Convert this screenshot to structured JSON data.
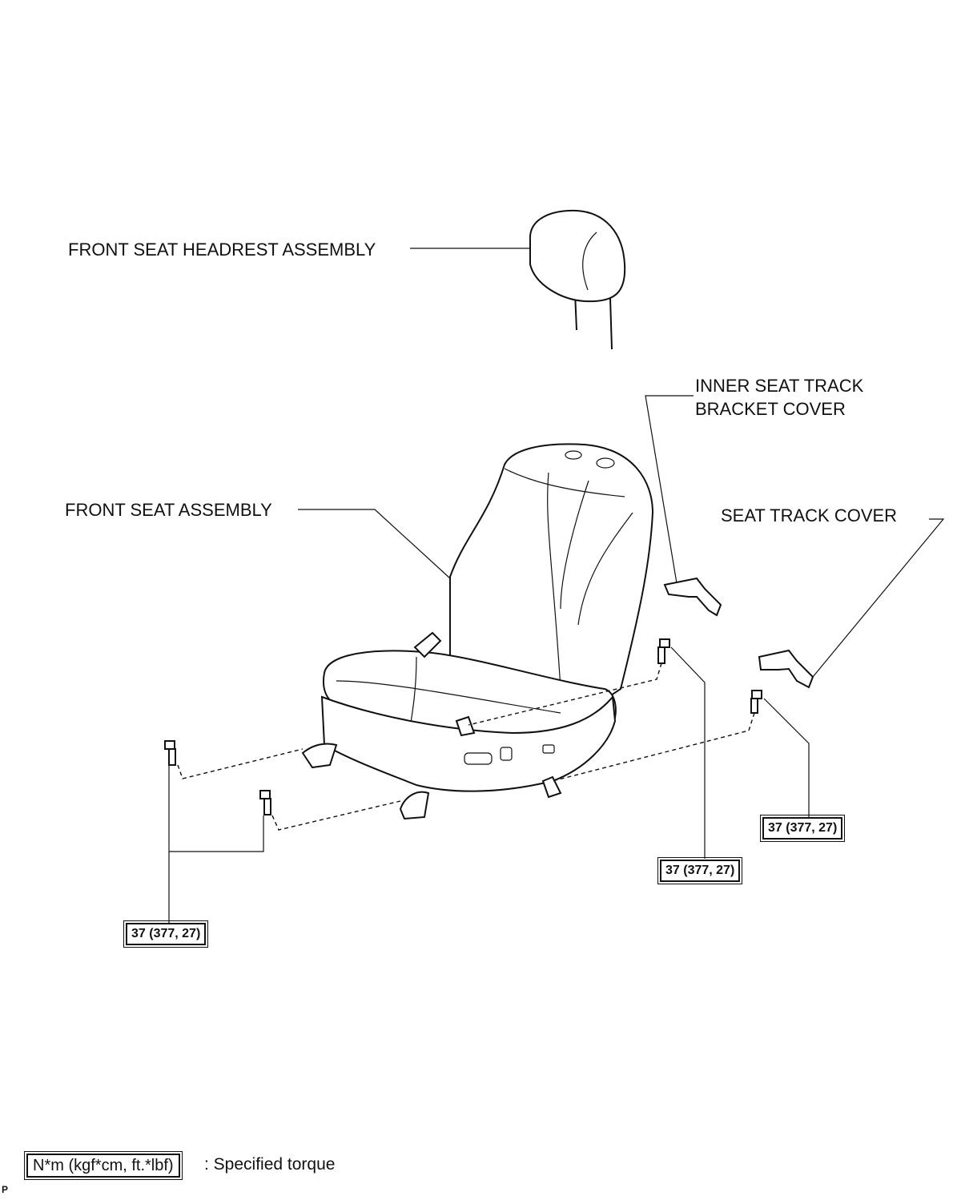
{
  "labels": {
    "headrest": "FRONT SEAT HEADREST ASSEMBLY",
    "inner_cover_line1": "INNER SEAT TRACK",
    "inner_cover_line2": "BRACKET COVER",
    "seat": "FRONT SEAT ASSEMBLY",
    "track_cover": "SEAT TRACK COVER"
  },
  "torques": {
    "left": "37 (377, 27)",
    "center": "37 (377, 27)",
    "right": "37 (377, 27)"
  },
  "legend": {
    "unit": "N*m (kgf*cm, ft.*lbf)",
    "description": ": Specified torque"
  },
  "corner_mark": "P"
}
